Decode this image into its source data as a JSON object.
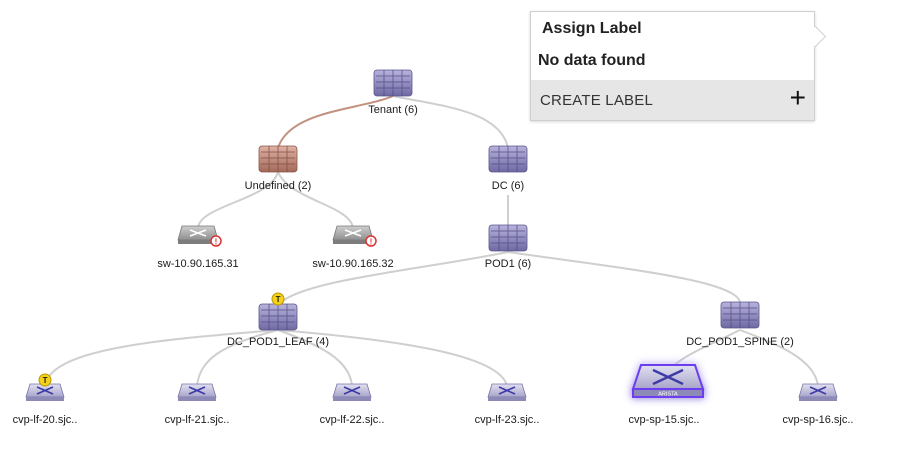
{
  "popup": {
    "title": "Assign Label",
    "empty_message": "No data found",
    "create_label": "CREATE LABEL",
    "plus_icon": "plus-icon"
  },
  "tree": {
    "tenant": {
      "label": "Tenant (6)",
      "kind": "container",
      "color": "#8a84b8"
    },
    "undefined": {
      "label": "Undefined (2)",
      "kind": "container",
      "color": "#c08a78"
    },
    "dc": {
      "label": "DC (6)",
      "kind": "container",
      "color": "#8a84b8"
    },
    "sw1": {
      "label": "sw-10.90.165.31",
      "kind": "switch-gray",
      "badge": "!"
    },
    "sw2": {
      "label": "sw-10.90.165.32",
      "kind": "switch-gray",
      "badge": "!"
    },
    "pod1": {
      "label": "POD1 (6)",
      "kind": "container",
      "color": "#8a84b8"
    },
    "leaf": {
      "label": "DC_POD1_LEAF (4)",
      "kind": "container",
      "color": "#8a84b8",
      "badge": "T"
    },
    "spine": {
      "label": "DC_POD1_SPINE (2)",
      "kind": "container",
      "color": "#8a84b8"
    },
    "lf20": {
      "label": "cvp-lf-20.sjc..",
      "kind": "switch",
      "badge": "T"
    },
    "lf21": {
      "label": "cvp-lf-21.sjc..",
      "kind": "switch"
    },
    "lf22": {
      "label": "cvp-lf-22.sjc..",
      "kind": "switch"
    },
    "lf23": {
      "label": "cvp-lf-23.sjc..",
      "kind": "switch"
    },
    "sp15": {
      "label": "cvp-sp-15.sjc..",
      "kind": "switch-selected",
      "brand": "ARISTA"
    },
    "sp16": {
      "label": "cvp-sp-16.sjc..",
      "kind": "switch"
    }
  }
}
